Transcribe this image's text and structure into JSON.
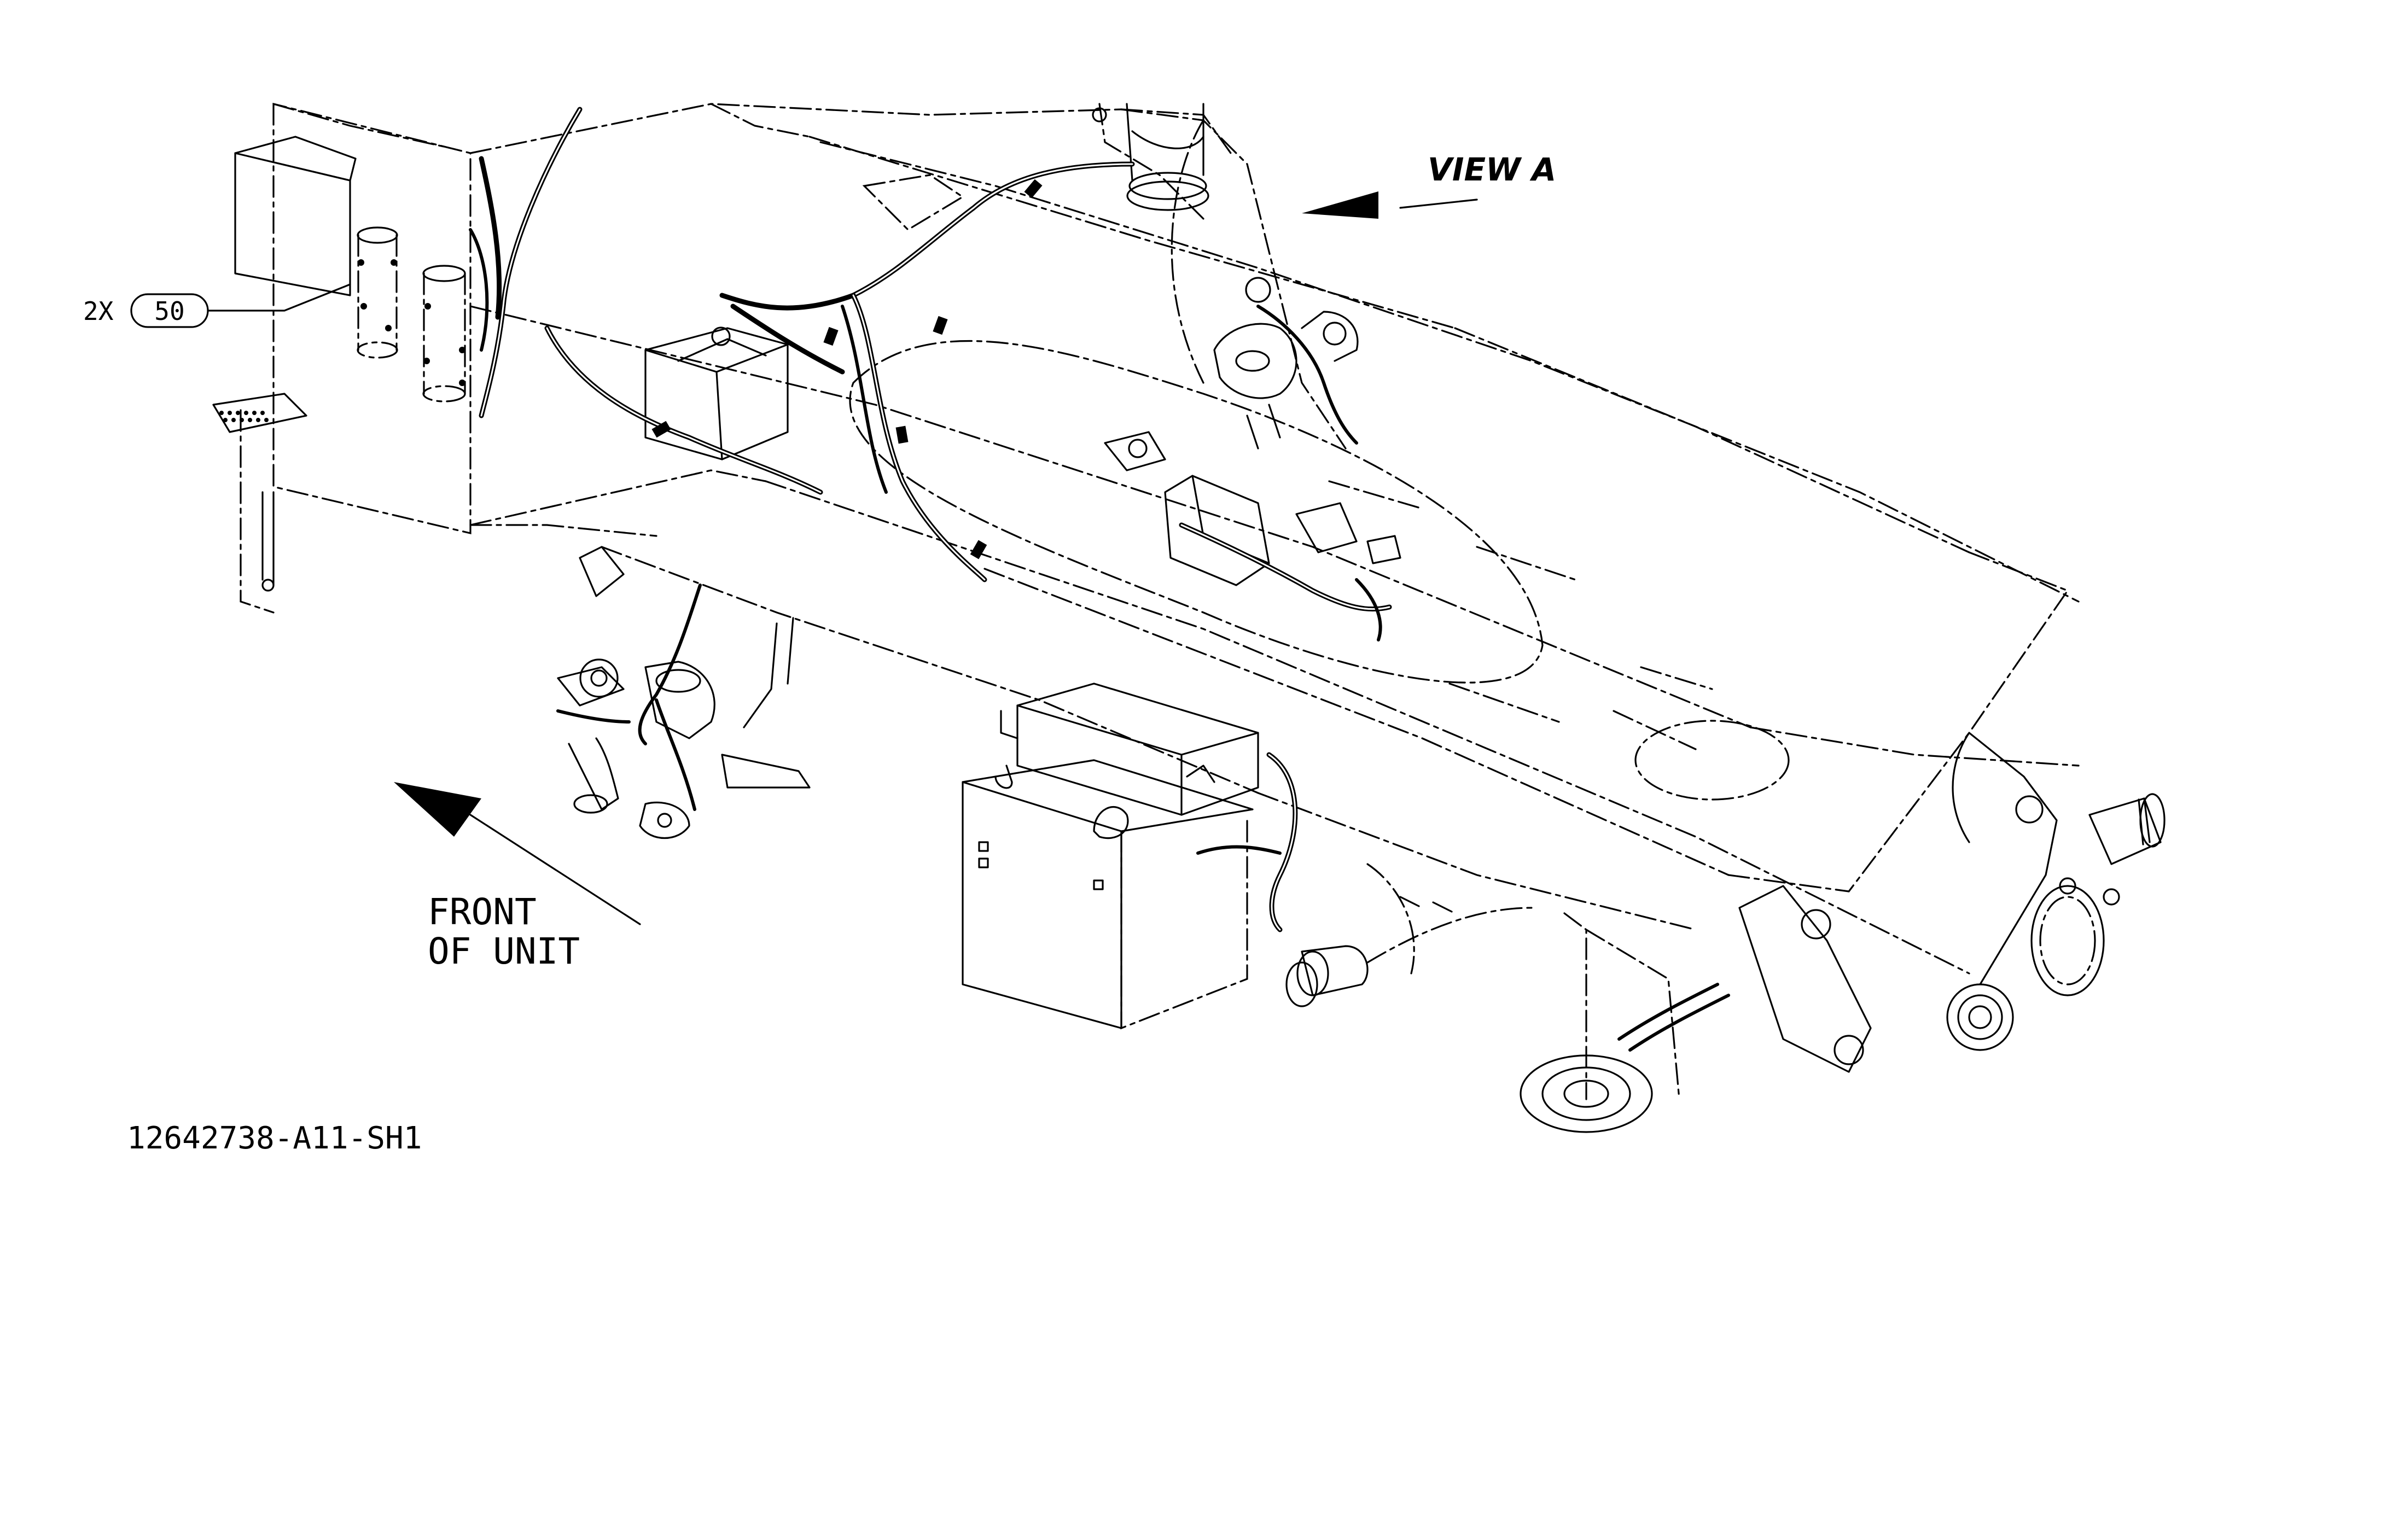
{
  "callout": {
    "quantity": "2X",
    "item_number": "50"
  },
  "view_label": "VIEW A",
  "orientation": {
    "line1": "FRONT",
    "line2": "OF UNIT"
  },
  "drawing_number": "12642738-A11-SH1"
}
